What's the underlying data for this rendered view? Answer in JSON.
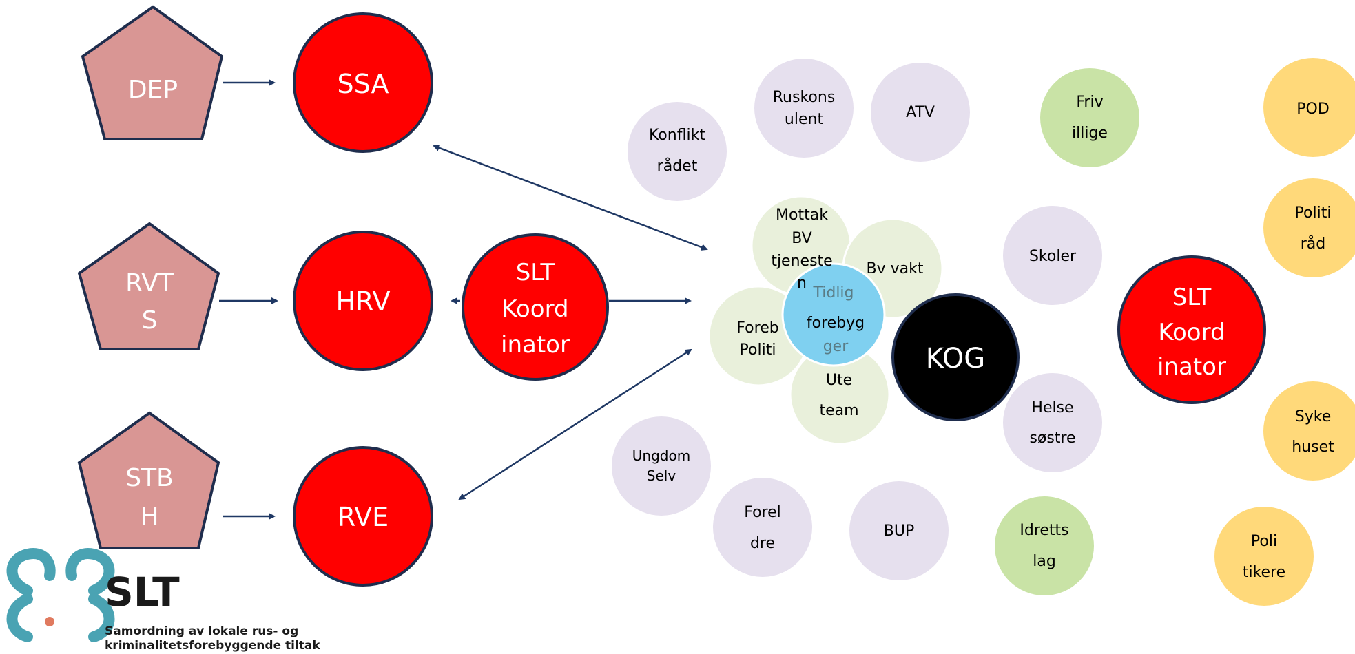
{
  "colors": {
    "pentagon_fill": "#d99694",
    "pentagon_stroke": "#1f2d4d",
    "red_fill": "#ff0000",
    "red_stroke": "#1f2d4d",
    "lavender": "#e6e0ee",
    "green": "#c9e3a6",
    "yellow": "#ffd97a",
    "pale_green": "#e9f0db",
    "cyan": "#7fd0f0",
    "black": "#000000",
    "arrow": "#1f3864",
    "logo_teal": "#4aa3b3",
    "logo_dot": "#e07a5f"
  },
  "hierarchy": {
    "dep": "DEP",
    "ssa": "SSA",
    "rvts": [
      "RVT",
      "S"
    ],
    "hrv": "HRV",
    "stbh": [
      "STB",
      "H"
    ],
    "rve": "RVE",
    "slt_left": [
      "SLT",
      "Koord",
      "inator"
    ]
  },
  "network": {
    "konflikt": [
      "Konflikt",
      "rådet"
    ],
    "ruskons": [
      "Ruskons",
      "ulent"
    ],
    "atv": "ATV",
    "friv": [
      "Friv",
      "illige"
    ],
    "pod": "POD",
    "politirad": [
      "Politi",
      "råd"
    ],
    "skoler": "Skoler",
    "slt_right": [
      "SLT",
      "Koord",
      "inator"
    ],
    "mottak": [
      "Mottak",
      "BV",
      "tjeneste",
      "n"
    ],
    "bvvakt": "Bv vakt",
    "tidlig": [
      "Tidlig",
      "forebyg",
      "ger"
    ],
    "forebpoliti": [
      "Foreb",
      "Politi"
    ],
    "ute": [
      "Ute",
      "team"
    ],
    "kog": "KOG",
    "helse": [
      "Helse",
      "søstre"
    ],
    "sykehuset": [
      "Syke",
      "huset"
    ],
    "ungdom": [
      "Ungdom",
      "Selv"
    ],
    "foreldre": [
      "Forel",
      "dre"
    ],
    "bup": "BUP",
    "idretts": [
      "Idretts",
      "lag"
    ],
    "politikere": [
      "Poli",
      "tikere"
    ]
  },
  "logo": {
    "name": "SLT",
    "tagline_1": "Samordning av lokale rus- og",
    "tagline_2": "kriminalitetsforebyggende tiltak"
  }
}
